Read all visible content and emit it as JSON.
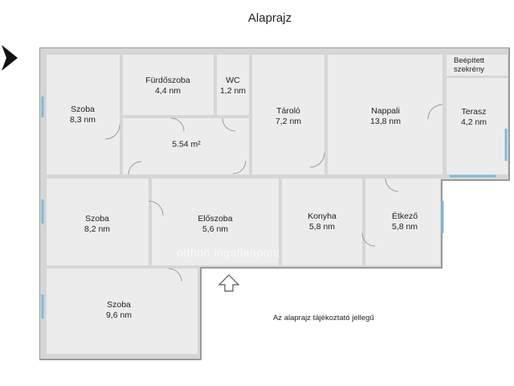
{
  "title": "Alaprajz",
  "note": "Az alaprajz tájékoztató jellegű",
  "watermark": "otthon ingatlanpont",
  "rooms": [
    {
      "name": "Szoba",
      "area": "8,3 nm"
    },
    {
      "name": "Fürdőszoba",
      "area": "4,4 nm"
    },
    {
      "name": "WC",
      "area": "1,2 nm"
    },
    {
      "name": "Tároló",
      "area": "7,2 nm"
    },
    {
      "name": "Nappali",
      "area": "13,8 nm"
    },
    {
      "name": "Beépített szekrény",
      "area": ""
    },
    {
      "name": "Terasz",
      "area": "4,2 nm"
    },
    {
      "name": "",
      "area": "5.54 m²"
    },
    {
      "name": "Szoba",
      "area": "8,2 nm"
    },
    {
      "name": "Előszoba",
      "area": "5,6 nm"
    },
    {
      "name": "Konyha",
      "area": "5,8 nm"
    },
    {
      "name": "Étkező",
      "area": "5,8 nm"
    },
    {
      "name": "Szoba",
      "area": "9,6 nm"
    }
  ]
}
